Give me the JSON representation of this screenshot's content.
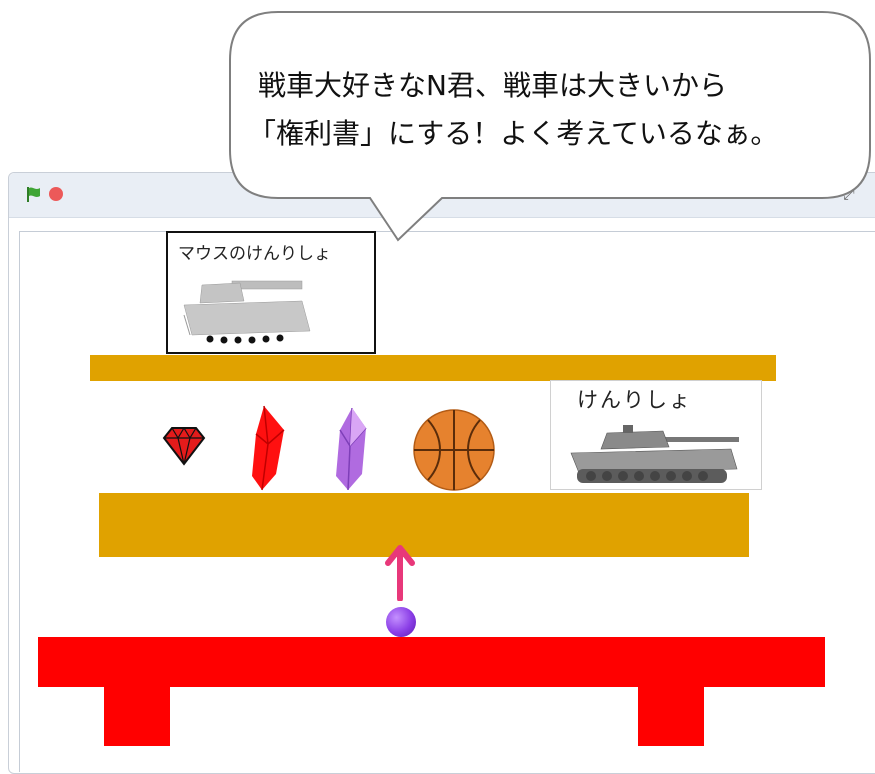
{
  "bubble": {
    "line1": "戦車大好きなN君、戦車は大きいから",
    "line2": "「権利書」にする！よく考えているなぁ。"
  },
  "stage": {
    "doc_mouse": {
      "title": "マウスのけんりしょ"
    },
    "doc_right": {
      "title": "けんりしょ"
    }
  },
  "toolbar": {
    "fullscreen_glyph": "⤢"
  },
  "colors": {
    "shelf": "#e0a200",
    "table": "#ff0000",
    "arrow": "#e8387a",
    "ball": "#8a3ee6",
    "flag": "#3fa535",
    "stop": "#ec5959"
  },
  "icons": [
    "green-flag-icon",
    "stop-icon",
    "fullscreen-icon",
    "ruby-gem-icon",
    "red-crystal-icon",
    "purple-crystal-icon",
    "basketball-icon",
    "tank-icon",
    "up-arrow-icon"
  ]
}
